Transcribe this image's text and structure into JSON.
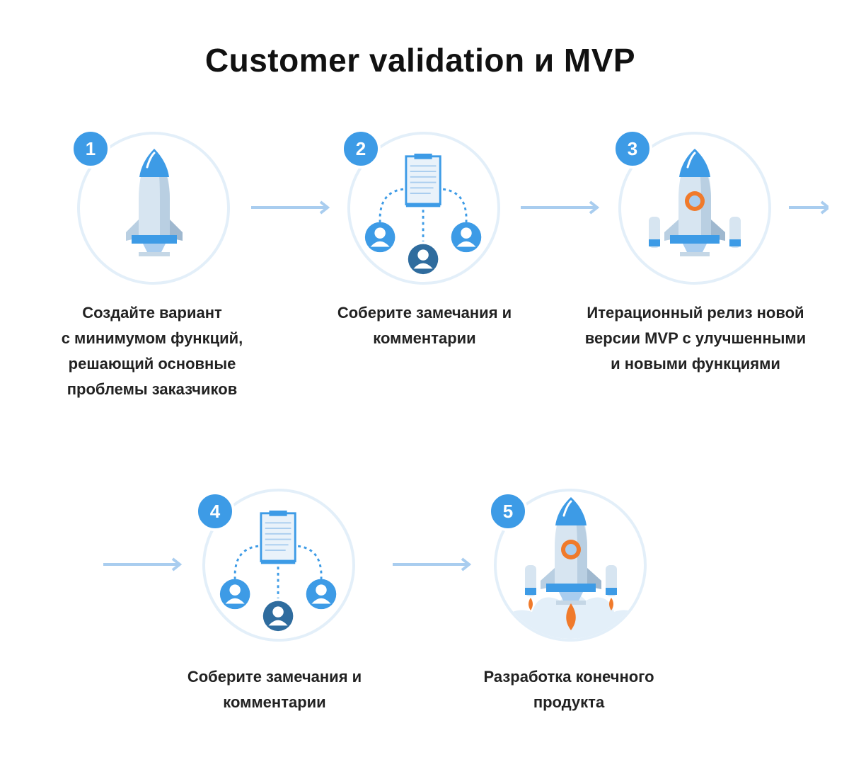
{
  "title": "Customer validation и MVP",
  "colors": {
    "primary_blue": "#3d9be6",
    "light_blue": "#a9cdef",
    "pale_blue": "#e3eff9",
    "body_grey": "#c5d7e6",
    "dark_blue": "#2f6c9e",
    "orange": "#f07a2b"
  },
  "steps": [
    {
      "number": "1",
      "icon": "rocket-icon",
      "label": "Создайте вариант\nс минимумом функций,\nрешающий основные\nпроблемы заказчиков"
    },
    {
      "number": "2",
      "icon": "feedback-icon",
      "label": "Соберите замечания и\nкомментарии"
    },
    {
      "number": "3",
      "icon": "improved-rocket-icon",
      "label": "Итерационный релиз новой\nверсии MVP с улучшенными\nи новыми функциями"
    },
    {
      "number": "4",
      "icon": "feedback-icon",
      "label": "Соберите замечания и\nкомментарии"
    },
    {
      "number": "5",
      "icon": "launching-rocket-icon",
      "label": "Разработка конечного\nпродукта"
    }
  ]
}
